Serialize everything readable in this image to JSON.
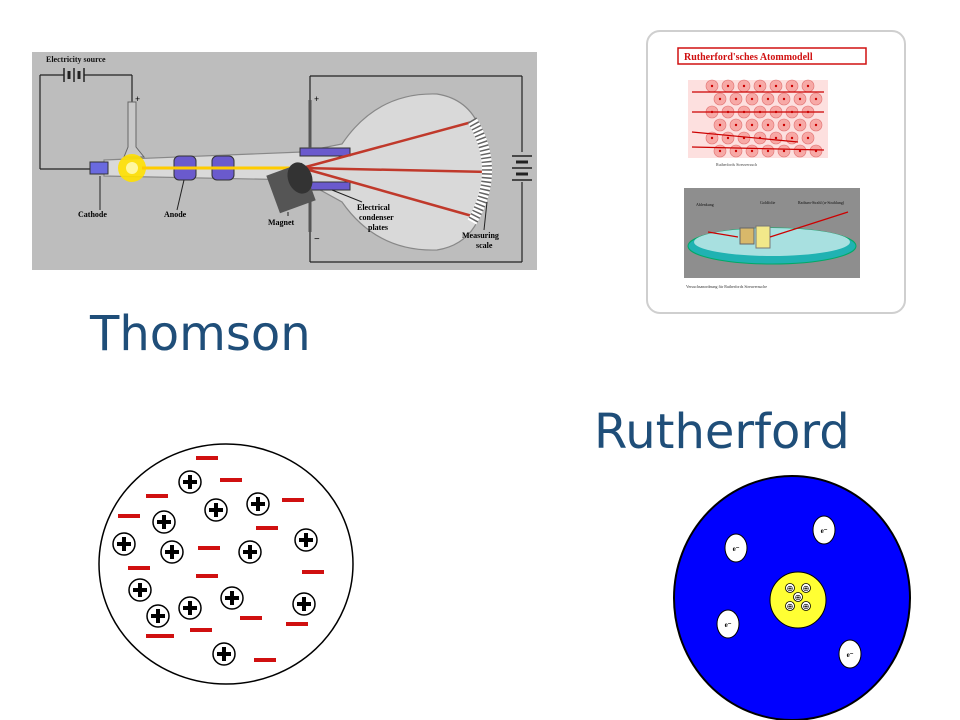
{
  "slide": {
    "thomson_title": "Thomson",
    "rutherford_title": "Rutherford"
  },
  "crt_diagram": {
    "labels": {
      "source": "Electricity source",
      "cathode": "Cathode",
      "anode": "Anode",
      "magnet": "Magnet",
      "plates_1": "Electrical",
      "plates_2": "condenser",
      "plates_3": "plates",
      "scale_1": "Measuring",
      "scale_2": "scale",
      "plus_top": "+",
      "plus_anode": "+",
      "minus": "−"
    },
    "colors": {
      "background": "#bdbdbd",
      "beam": "#c0392b",
      "glow": "#ffe000",
      "plates": "#6a5acd"
    }
  },
  "rutherford_card": {
    "heading": "Rutherford'sches Atommodell",
    "caption_top": "Rutherfords Streuversuch",
    "caption_bottom": "Versuchsanordnung für Rutherfords Streuversuche",
    "label_a": "Ablenkung",
    "label_b": "Goldfolie",
    "label_c": "Radium-Strahl (α-Strahlung)"
  },
  "thomson_model": {
    "positive_symbol": "+",
    "negative_color": "#d01010"
  },
  "rutherford_model": {
    "electron_label": "e⁻",
    "nucleus_symbol": "⊕",
    "colors": {
      "atom": "#0000ff",
      "nucleus": "#ffff33"
    }
  }
}
